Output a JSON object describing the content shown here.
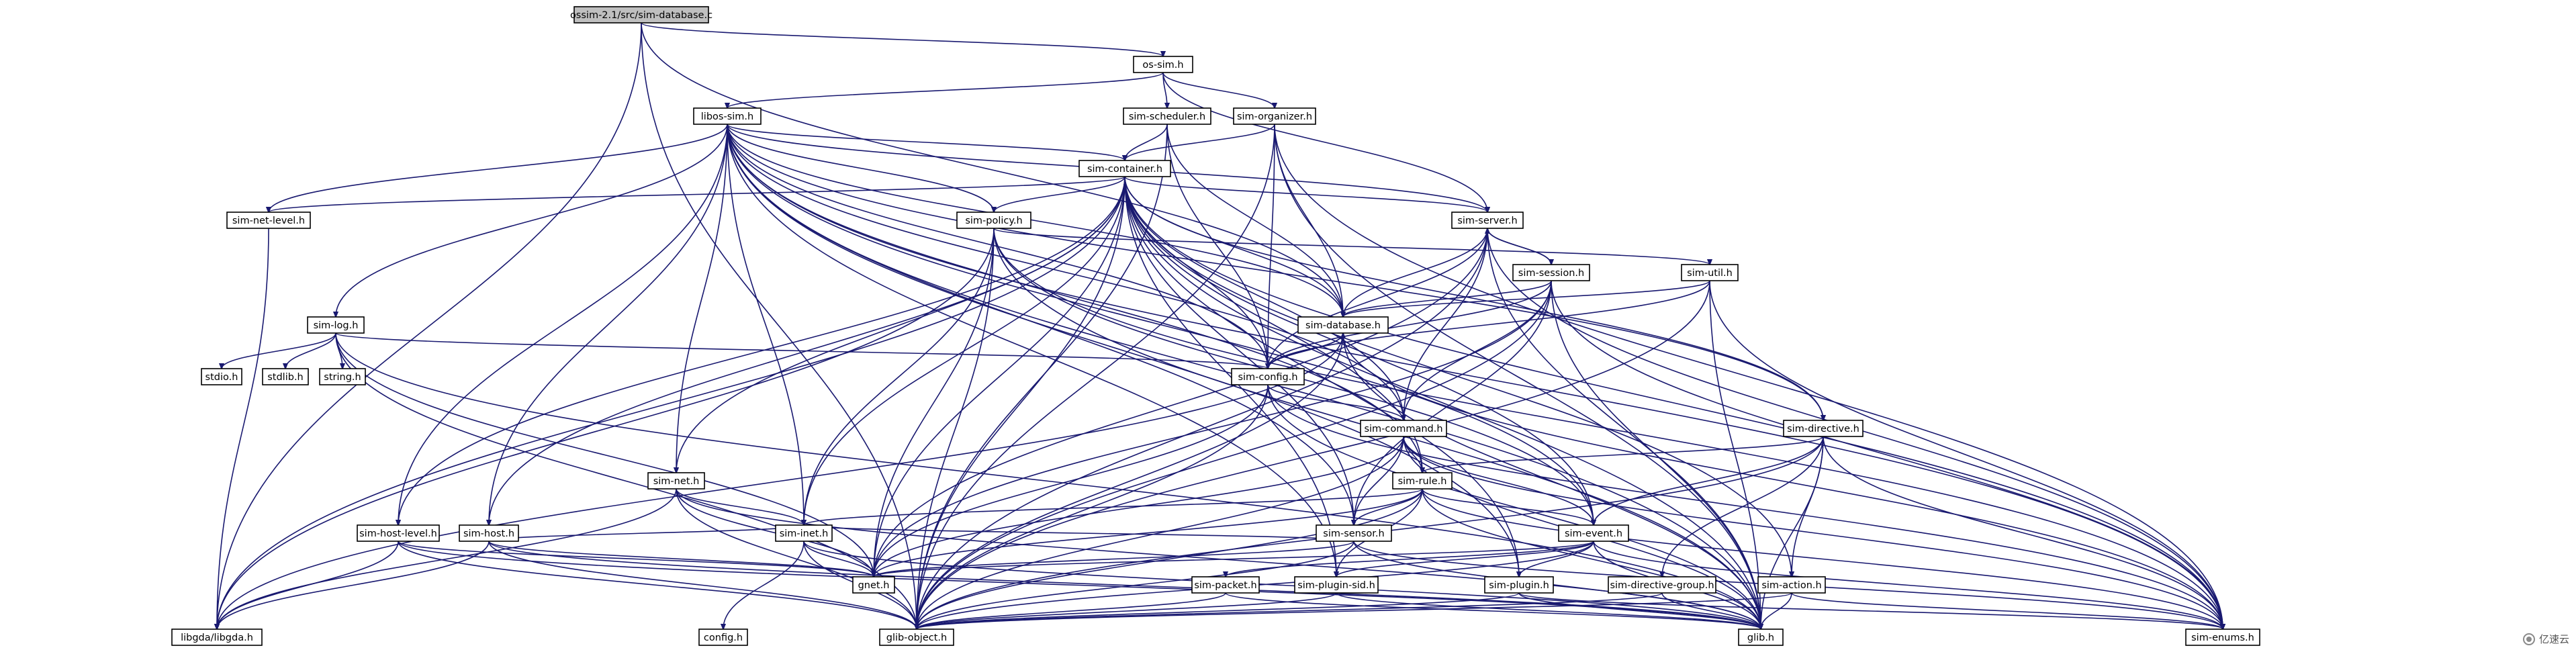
{
  "diagram": {
    "type": "include-dependency-graph",
    "colors": {
      "edge": "#191970",
      "root_fill": "#bfbfbf",
      "node_fill": "#ffffff",
      "external_border": "#bfbfbf"
    },
    "nodes": [
      {
        "id": "root",
        "label": "ossim-2.1/src/sim-database.c"
      },
      {
        "id": "ossim",
        "label": "os-sim.h"
      },
      {
        "id": "libossim",
        "label": "libos-sim.h"
      },
      {
        "id": "scheduler",
        "label": "sim-scheduler.h"
      },
      {
        "id": "organizer",
        "label": "sim-organizer.h"
      },
      {
        "id": "container",
        "label": "sim-container.h"
      },
      {
        "id": "netlevel",
        "label": "sim-net-level.h"
      },
      {
        "id": "policy",
        "label": "sim-policy.h"
      },
      {
        "id": "server",
        "label": "sim-server.h"
      },
      {
        "id": "session",
        "label": "sim-session.h"
      },
      {
        "id": "util",
        "label": "sim-util.h"
      },
      {
        "id": "log",
        "label": "sim-log.h"
      },
      {
        "id": "stdio",
        "label": "stdio.h"
      },
      {
        "id": "stdlib",
        "label": "stdlib.h"
      },
      {
        "id": "string",
        "label": "string.h"
      },
      {
        "id": "database",
        "label": "sim-database.h"
      },
      {
        "id": "config",
        "label": "sim-config.h"
      },
      {
        "id": "command",
        "label": "sim-command.h"
      },
      {
        "id": "directive",
        "label": "sim-directive.h"
      },
      {
        "id": "rule",
        "label": "sim-rule.h"
      },
      {
        "id": "net",
        "label": "sim-net.h"
      },
      {
        "id": "hostlevel",
        "label": "sim-host-level.h"
      },
      {
        "id": "host",
        "label": "sim-host.h"
      },
      {
        "id": "inet",
        "label": "sim-inet.h"
      },
      {
        "id": "sensor",
        "label": "sim-sensor.h"
      },
      {
        "id": "event",
        "label": "sim-event.h"
      },
      {
        "id": "gnet",
        "label": "gnet.h"
      },
      {
        "id": "packet",
        "label": "sim-packet.h"
      },
      {
        "id": "pluginsid",
        "label": "sim-plugin-sid.h"
      },
      {
        "id": "plugin",
        "label": "sim-plugin.h"
      },
      {
        "id": "dirgroup",
        "label": "sim-directive-group.h"
      },
      {
        "id": "action",
        "label": "sim-action.h"
      },
      {
        "id": "libgda",
        "label": "libgda/libgda.h"
      },
      {
        "id": "configh",
        "label": "config.h"
      },
      {
        "id": "globject",
        "label": "glib-object.h"
      },
      {
        "id": "glib",
        "label": "glib.h"
      },
      {
        "id": "enums",
        "label": "sim-enums.h"
      }
    ]
  },
  "watermark": {
    "text": "亿速云"
  }
}
